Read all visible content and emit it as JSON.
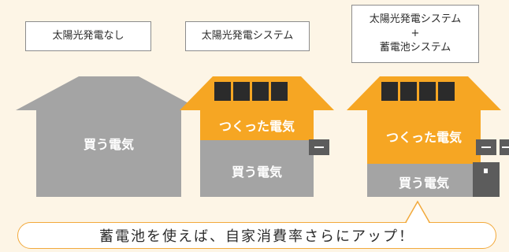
{
  "scenarios": [
    {
      "label_lines": [
        "太陽光発電なし"
      ],
      "buy_label": "買う電気"
    },
    {
      "label_lines": [
        "太陽光発電システム"
      ],
      "make_label": "つくった電気",
      "buy_label": "買う電気"
    },
    {
      "label_lines": [
        "太陽光発電システム",
        "+",
        "蓄電池システム"
      ],
      "make_label": "つくった電気",
      "buy_label": "買う電気"
    }
  ],
  "callout": "蓄電池を使えば、自家消費率さらにアップ！",
  "colors": {
    "background": "#fdf5e6",
    "house_gray": "#a4a4a4",
    "solar_orange": "#f6a623",
    "panel_dark": "#2b2b2b",
    "device_gray": "#5c5c5c",
    "callout_border": "#f2a93b"
  }
}
